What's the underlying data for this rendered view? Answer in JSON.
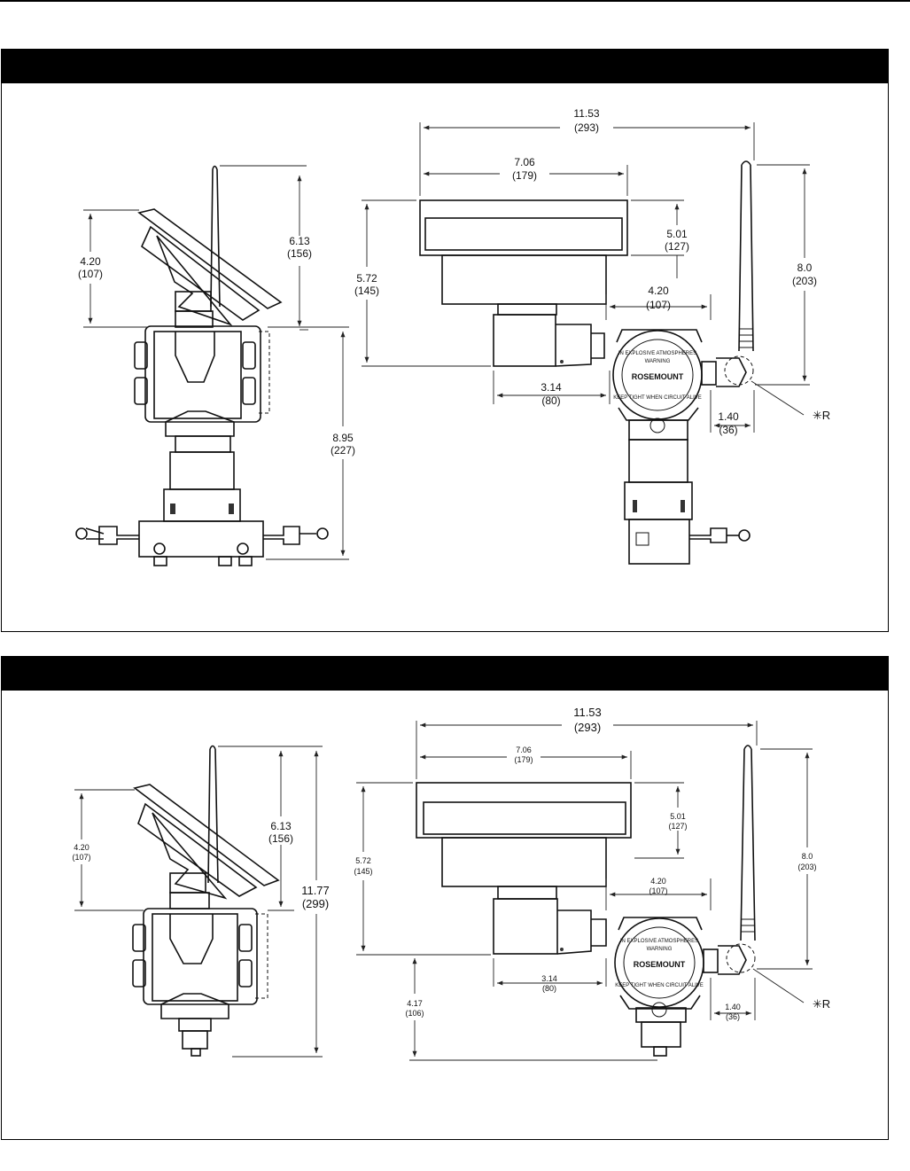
{
  "panels": [
    {
      "views": {
        "side": {
          "h_top": [
            "6.13",
            "(156)"
          ],
          "h_left": [
            "4.20",
            "(107)"
          ],
          "h_total": [
            "8.95",
            "(227)"
          ]
        },
        "front": {
          "w_total": [
            "11.53",
            "(293)"
          ],
          "w_display": [
            "7.06",
            "(179)"
          ],
          "h_display": [
            "5.01",
            "(127)"
          ],
          "h_body": [
            "5.72",
            "(145)"
          ],
          "w_head": [
            "4.20",
            "(107)"
          ],
          "w_conduit": [
            "3.14",
            "(80)"
          ],
          "h_antenna": [
            "8.0",
            "(203)"
          ],
          "w_antenna": [
            "1.40",
            "(36)"
          ],
          "callout": "✳R",
          "housing_text": [
            "ROSEMOUNT",
            "IN EXPLOSIVE ATMOSPHERES",
            "WARNING",
            "KEEP TIGHT WHEN CIRCUIT ALIVE"
          ]
        }
      }
    },
    {
      "views": {
        "side": {
          "h_top": [
            "6.13",
            "(156)"
          ],
          "h_left": [
            "4.20",
            "(107)"
          ],
          "h_total": [
            "11.77",
            "(299)"
          ]
        },
        "front": {
          "w_total": [
            "11.53",
            "(293)"
          ],
          "w_display": [
            "7.06",
            "(179)"
          ],
          "h_display": [
            "5.01",
            "(127)"
          ],
          "h_body": [
            "5.72",
            "(145)"
          ],
          "w_head": [
            "4.20",
            "(107)"
          ],
          "w_conduit": [
            "3.14",
            "(80)"
          ],
          "h_antenna": [
            "8.0",
            "(203)"
          ],
          "w_antenna": [
            "1.40",
            "(36)"
          ],
          "h_bottom": [
            "4.17",
            "(106)"
          ],
          "callout": "✳R",
          "housing_text": [
            "ROSEMOUNT",
            "IN EXPLOSIVE ATMOSPHERES",
            "WARNING",
            "KEEP TIGHT WHEN CIRCUIT ALIVE"
          ]
        }
      }
    }
  ]
}
